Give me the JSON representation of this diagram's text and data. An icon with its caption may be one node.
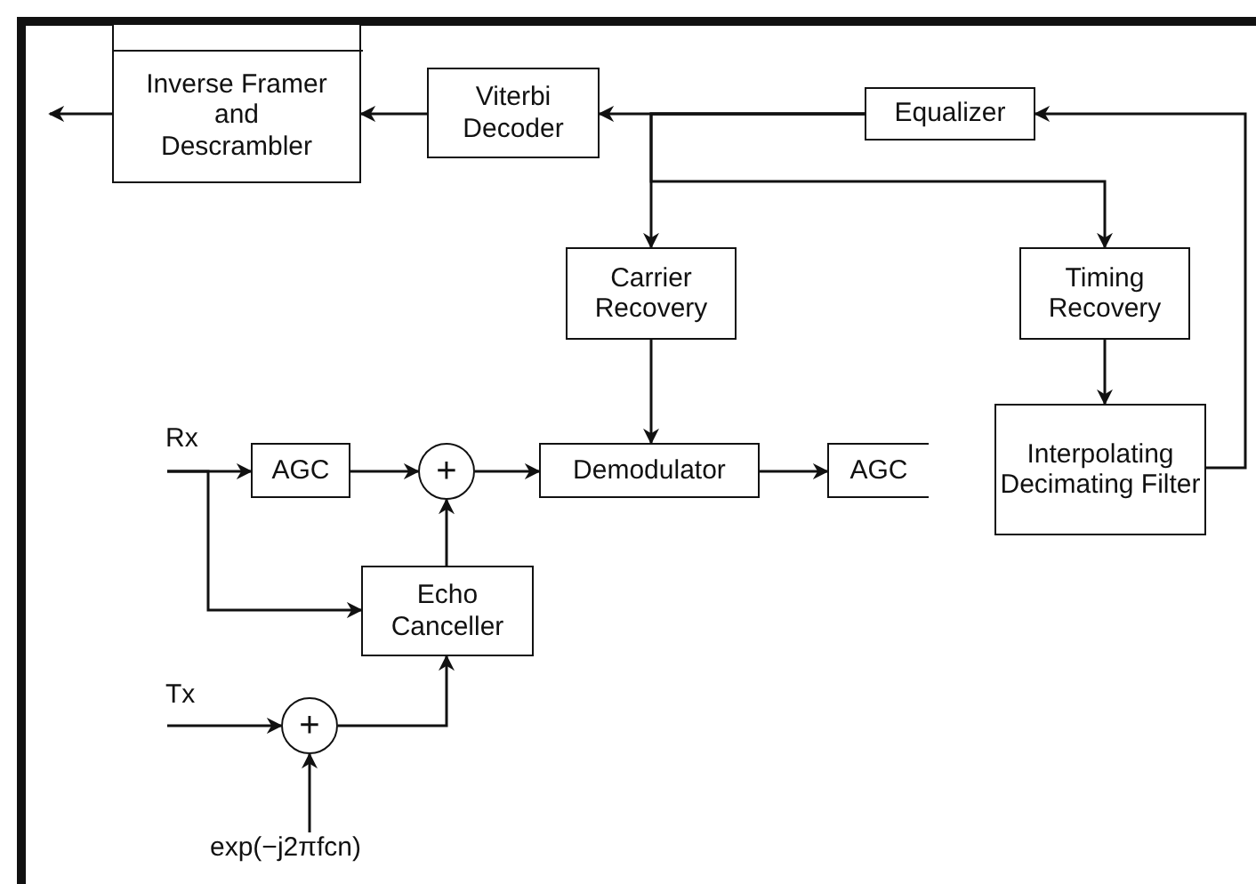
{
  "diagram": {
    "nodes": [
      {
        "text": [
          "Inverse Framer and Descrambler"
        ]
      },
      {
        "text": [
          "Viterbi Decoder"
        ]
      },
      {
        "text": [
          "Equalizer"
        ]
      },
      {
        "text": [
          "Carrier Recovery"
        ]
      },
      {
        "text": [
          "Timing Recovery"
        ]
      },
      {
        "text": [
          "Interpolating Decimating Filter"
        ]
      },
      {
        "text": [
          "Rx"
        ]
      },
      {
        "text": [
          "AGC"
        ]
      },
      {
        "text": [
          "+"
        ]
      },
      {
        "text": [
          "Demodulator"
        ]
      },
      {
        "text": [
          "AGC"
        ]
      },
      {
        "text": [
          "Echo Canceller"
        ]
      },
      {
        "text": [
          "Tx"
        ]
      },
      {
        "text": [
          "+"
        ]
      },
      {
        "text": [
          "exp(−j2πfcn)"
        ]
      }
    ],
    "edges": [
      {
        "from": 0,
        "to": null,
        "arrow": "to"
      },
      {
        "from": 1,
        "to": 0,
        "arrow": "to"
      },
      {
        "from": 2,
        "to": 1,
        "arrow": "to"
      },
      {
        "from": 2,
        "to": 3,
        "arrow": "to"
      },
      {
        "from": 2,
        "to": 4,
        "arrow": "to"
      },
      {
        "from": 3,
        "to": 9,
        "arrow": "to"
      },
      {
        "from": 4,
        "to": 5,
        "arrow": "to"
      },
      {
        "from": 5,
        "to": 2,
        "arrow": "to"
      },
      {
        "from": 6,
        "to": 7,
        "arrow": "to"
      },
      {
        "from": 6,
        "to": 11,
        "arrow": "to"
      },
      {
        "from": 7,
        "to": 8,
        "arrow": "to"
      },
      {
        "from": 8,
        "to": 9,
        "arrow": "to"
      },
      {
        "from": 9,
        "to": 10,
        "arrow": "to"
      },
      {
        "from": 11,
        "to": 8,
        "arrow": "to"
      },
      {
        "from": 12,
        "to": 13,
        "arrow": "to"
      },
      {
        "from": 13,
        "to": 11,
        "arrow": "to"
      },
      {
        "from": 14,
        "to": 13,
        "arrow": "to"
      }
    ]
  }
}
